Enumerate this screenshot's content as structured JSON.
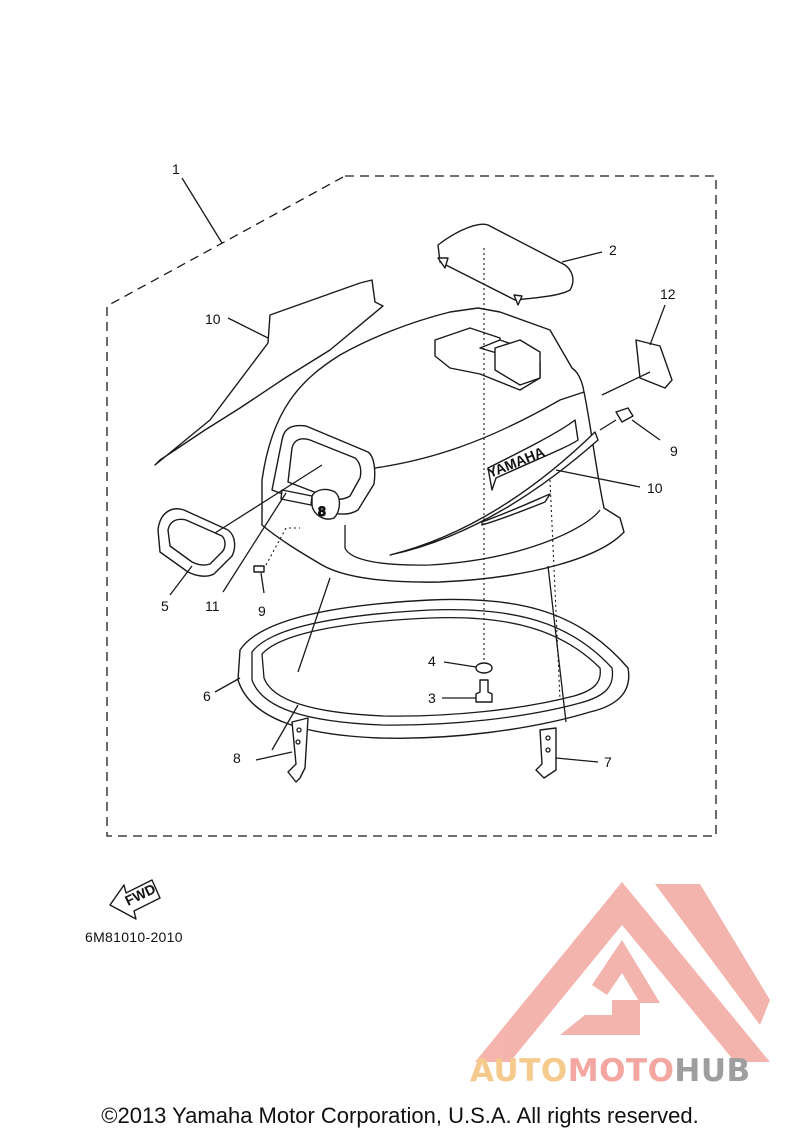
{
  "diagram": {
    "callouts": [
      {
        "id": "c1",
        "text": "1"
      },
      {
        "id": "c2",
        "text": "2"
      },
      {
        "id": "c3",
        "text": "3"
      },
      {
        "id": "c4",
        "text": "4"
      },
      {
        "id": "c5",
        "text": "5"
      },
      {
        "id": "c6",
        "text": "6"
      },
      {
        "id": "c7",
        "text": "7"
      },
      {
        "id": "c8",
        "text": "8"
      },
      {
        "id": "c9a",
        "text": "9"
      },
      {
        "id": "c9b",
        "text": "9"
      },
      {
        "id": "c10a",
        "text": "10"
      },
      {
        "id": "c10b",
        "text": "10"
      },
      {
        "id": "c11",
        "text": "11"
      },
      {
        "id": "c12",
        "text": "12"
      }
    ],
    "decal_text": "YAMAHA",
    "horsepower_badge": "8",
    "fwd_label": "FWD",
    "diagram_code": "6M81010-2010"
  },
  "watermark": {
    "part1": "AUTO",
    "part2": "MOTO",
    "part3": "HUB",
    "colors": {
      "orange": "#f6c98c",
      "red": "#f3a7a0",
      "gray": "#9e9e9e"
    }
  },
  "footer": {
    "copyright": "©2013 Yamaha Motor Corporation, U.S.A. All rights reserved."
  }
}
